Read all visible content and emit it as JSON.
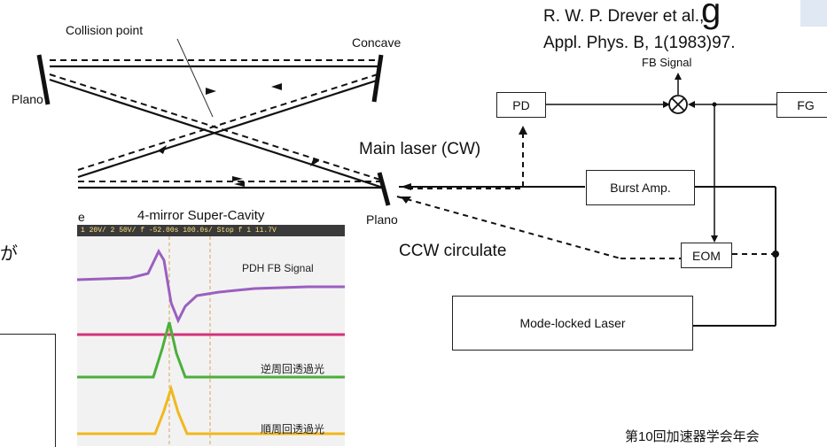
{
  "reference": {
    "line1": "R. W. P. Drever et al.,",
    "line2": "Appl. Phys. B, 1(1983)97.",
    "header_fragment": "g"
  },
  "cavity": {
    "collision_point": "Collision point",
    "concave": "Concave",
    "plano_left": "Plano",
    "plano_right": "Plano"
  },
  "feedback": {
    "fb_signal": "FB Signal",
    "pd": "PD",
    "fg": "FG",
    "burst_amp": "Burst Amp.",
    "eom": "EOM",
    "mode_locked": "Mode-locked Laser",
    "main_laser": "Main laser (CW)",
    "ccw": "CCW circulate"
  },
  "scope": {
    "title": "4-mirror Super-Cavity",
    "status_bar": "1  20V/  2  50V/  f -52.00s  100.0s/  Stop  f  1  11.7V",
    "trace1_label": "PDH FB Signal",
    "trace3_label": "逆周回透過光",
    "trace4_label": "順周回透過光",
    "trace_colors": [
      "#9b5fc0",
      "#d4327a",
      "#4caf3a",
      "#f0b81e"
    ]
  },
  "left_fragments": {
    "ga": "が",
    "e": "e"
  },
  "footer": "第10回加速器学会年会"
}
